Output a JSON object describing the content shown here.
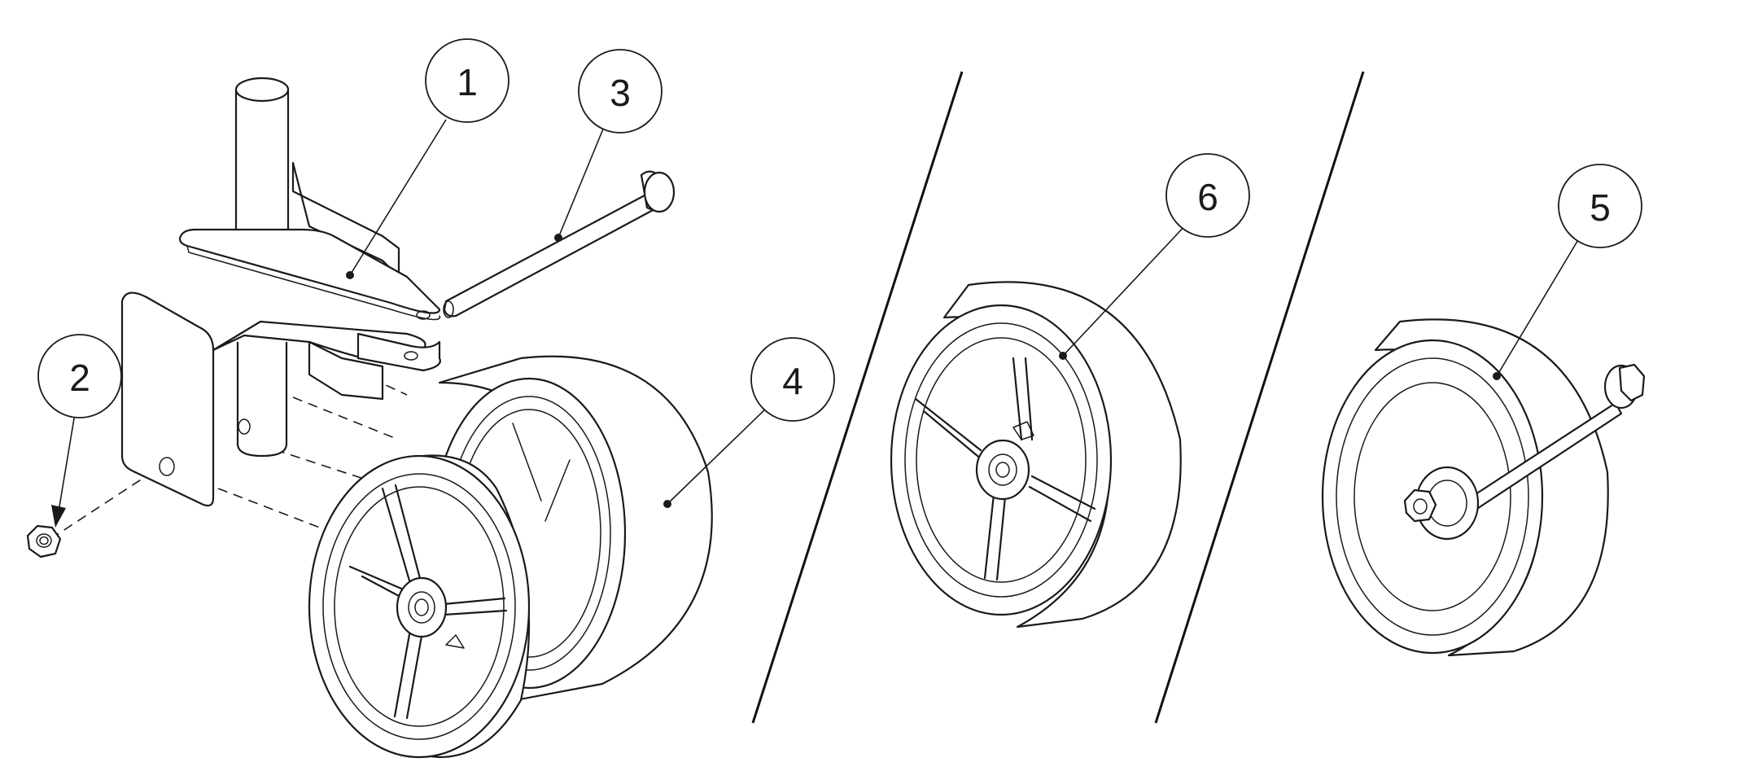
{
  "callouts": [
    {
      "id": "balloon-1",
      "number": "1"
    },
    {
      "id": "balloon-2",
      "number": "2"
    },
    {
      "id": "balloon-3",
      "number": "3"
    },
    {
      "id": "balloon-4",
      "number": "4"
    },
    {
      "id": "balloon-5",
      "number": "5"
    },
    {
      "id": "balloon-6",
      "number": "6"
    }
  ]
}
